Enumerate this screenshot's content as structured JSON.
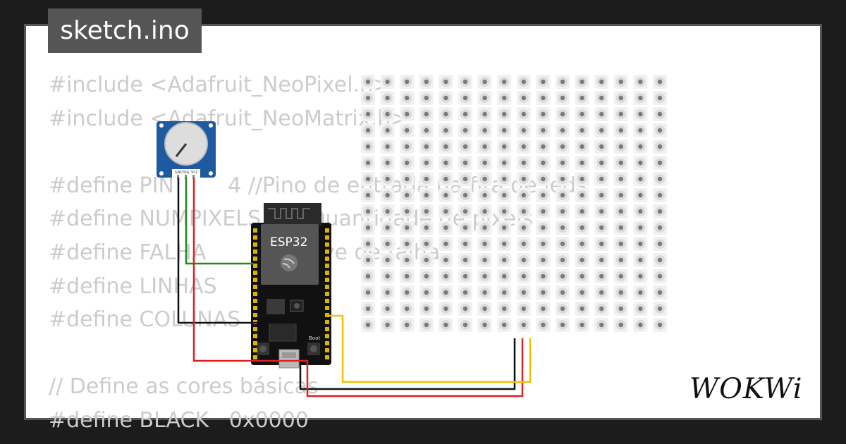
{
  "tab": {
    "filename": "sketch.ino"
  },
  "code_lines": [
    "#include <Adafruit_NeoPixel.h>",
    "#include <Adafruit_NeoMatrix.h>",
    "",
    "#define PIN        4 //Pino de entrada na fita de leds",
    "#define NUMPIXELS     //Quantidade de pixels",
    "#define FALHA         //Chave de falha",
    "#define LINHAS",
    "#define COLUNAS",
    "",
    "// Define as cores básicas",
    "#define BLACK   0x0000"
  ],
  "esp32": {
    "label": "ESP32",
    "boot_label": "Boot"
  },
  "pot": {
    "pin_labels": [
      "GND",
      "SIG",
      "VCC"
    ]
  },
  "matrix": {
    "rows": 16,
    "cols": 16
  },
  "wire_colors": {
    "green": "#1f8a1f",
    "black": "#111111",
    "red": "#e02020",
    "yellow": "#f2c200"
  },
  "brand": {
    "logo": "WOKWi"
  }
}
